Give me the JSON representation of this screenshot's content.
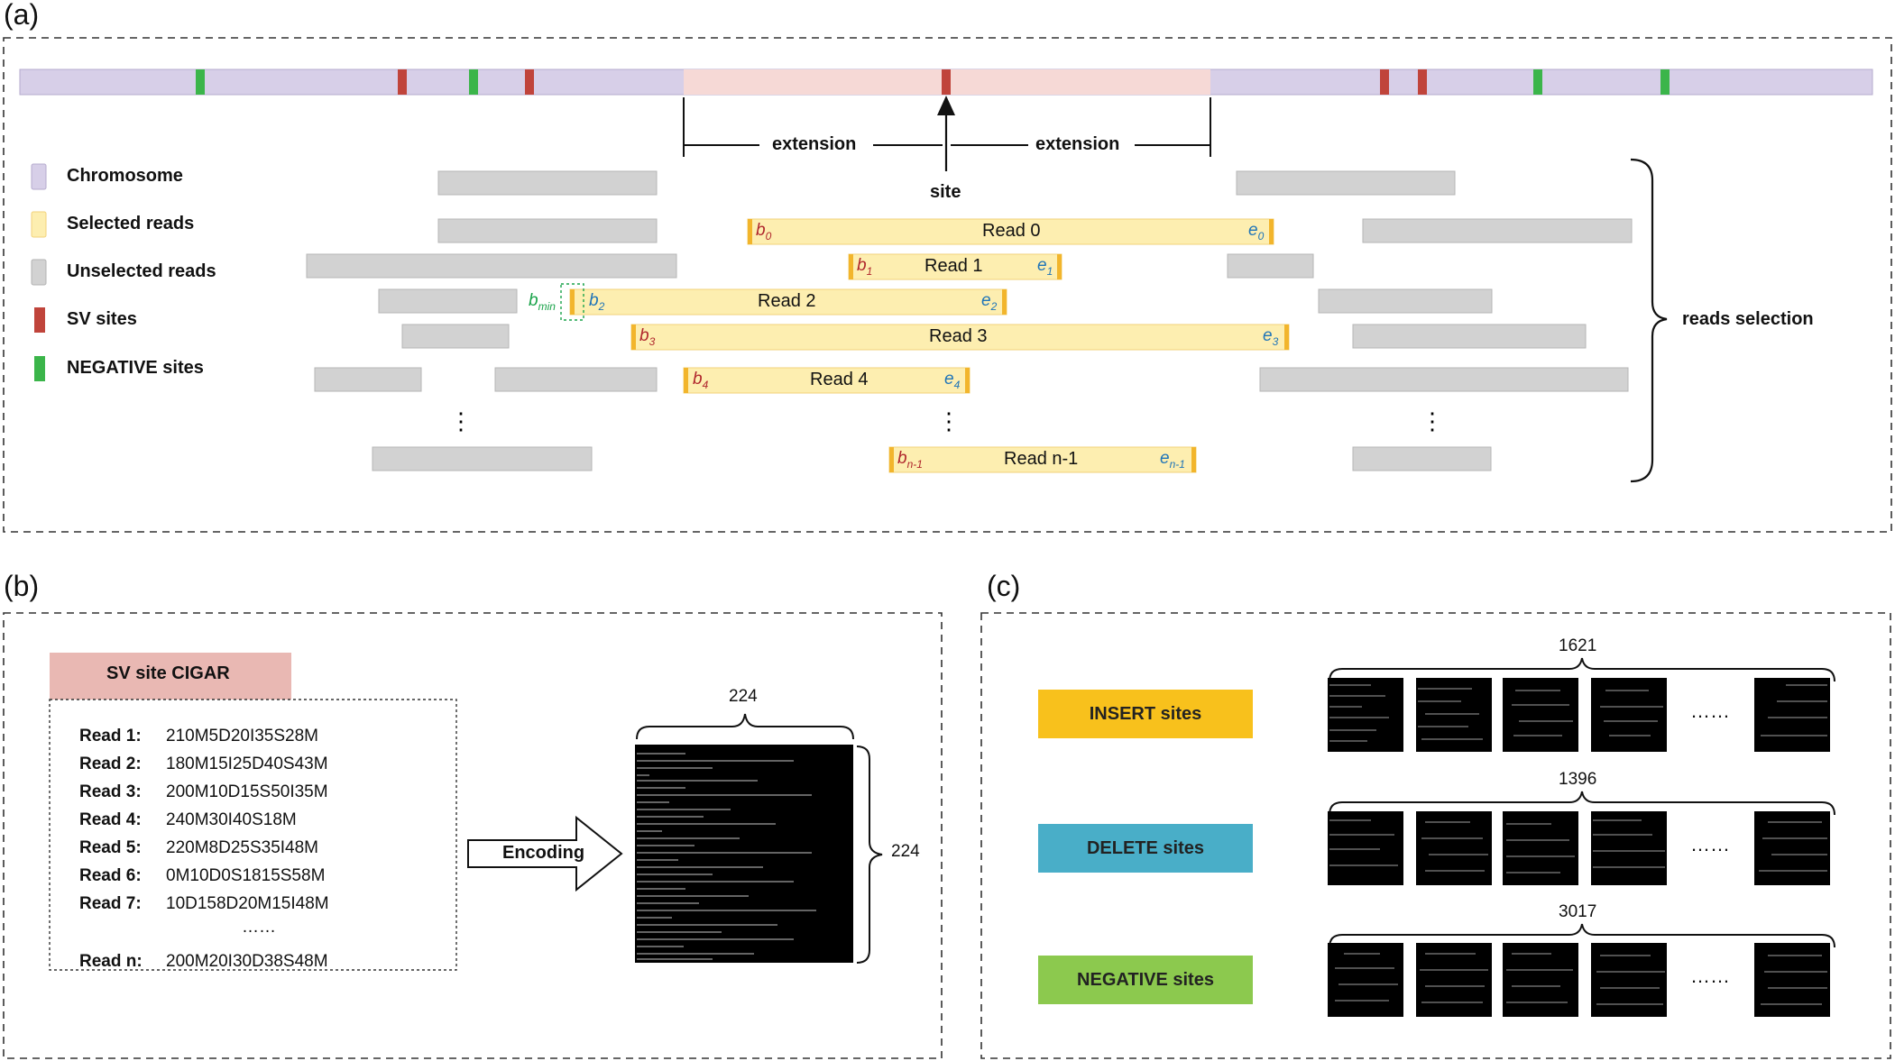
{
  "panels": {
    "a": "(a)",
    "b": "(b)",
    "c": "(c)"
  },
  "colors": {
    "chromosome": "#d7cfe8",
    "selected_read": "#fdeeb0",
    "selected_read_edge": "#f2b52c",
    "unselected_read": "#d2d2d2",
    "sv_site": "#c0443b",
    "negative_site": "#3bb54a",
    "extension_region": "#f6d9d6",
    "cigar_header": "#e9b8b3",
    "insert_sites": "#f8c11c",
    "delete_sites": "#49aec8",
    "negative_sites_box": "#8cc94e"
  },
  "panel_a": {
    "legend": [
      {
        "label": "Chromosome",
        "swatch": "chromosome"
      },
      {
        "label": "Selected reads",
        "swatch": "selected"
      },
      {
        "label": "Unselected reads",
        "swatch": "unselected"
      },
      {
        "label": "SV sites",
        "swatch": "sv"
      },
      {
        "label": "NEGATIVE sites",
        "swatch": "negative"
      }
    ],
    "extension_left": "extension",
    "extension_right": "extension",
    "site_label": "site",
    "reads_selection_label": "reads selection",
    "bmin_label": "b",
    "bmin_sub": "min",
    "selected_reads": [
      {
        "label": "Read 0",
        "b": "b",
        "b_sub": "0",
        "e": "e",
        "e_sub": "0"
      },
      {
        "label": "Read 1",
        "b": "b",
        "b_sub": "1",
        "e": "e",
        "e_sub": "1"
      },
      {
        "label": "Read 2",
        "b": "b",
        "b_sub": "2",
        "e": "e",
        "e_sub": "2"
      },
      {
        "label": "Read 3",
        "b": "b",
        "b_sub": "3",
        "e": "e",
        "e_sub": "3"
      },
      {
        "label": "Read 4",
        "b": "b",
        "b_sub": "4",
        "e": "e",
        "e_sub": "4"
      },
      {
        "label": "Read n-1",
        "b": "b",
        "b_sub": "n-1",
        "e": "e",
        "e_sub": "n-1"
      }
    ],
    "ellipsis": "⋮"
  },
  "panel_b": {
    "header": "SV site CIGAR",
    "cigar_rows": [
      {
        "read": "Read 1",
        "cigar": "210M5D20I35S28M"
      },
      {
        "read": "Read 2",
        "cigar": "180M15I25D40S43M"
      },
      {
        "read": "Read 3",
        "cigar": "200M10D15S50I35M"
      },
      {
        "read": "Read 4",
        "cigar": "240M30I40S18M"
      },
      {
        "read": "Read 5",
        "cigar": "220M8D25S35I48M"
      },
      {
        "read": "Read 6",
        "cigar": "0M10D0S1815S58M"
      },
      {
        "read": "Read 7",
        "cigar": "10D158D20M15I48M"
      }
    ],
    "dots": "……",
    "last_row": {
      "read": "Read n",
      "cigar": "200M20I30D38S48M"
    },
    "arrow_label": "Encoding",
    "width_label": "224",
    "height_label": "224"
  },
  "panel_c": {
    "rows": [
      {
        "label": "INSERT sites",
        "count": "1621",
        "color": "insert_sites"
      },
      {
        "label": "DELETE sites",
        "count": "1396",
        "color": "delete_sites"
      },
      {
        "label": "NEGATIVE sites",
        "count": "3017",
        "color": "negative_sites_box"
      }
    ],
    "dots": "……"
  }
}
